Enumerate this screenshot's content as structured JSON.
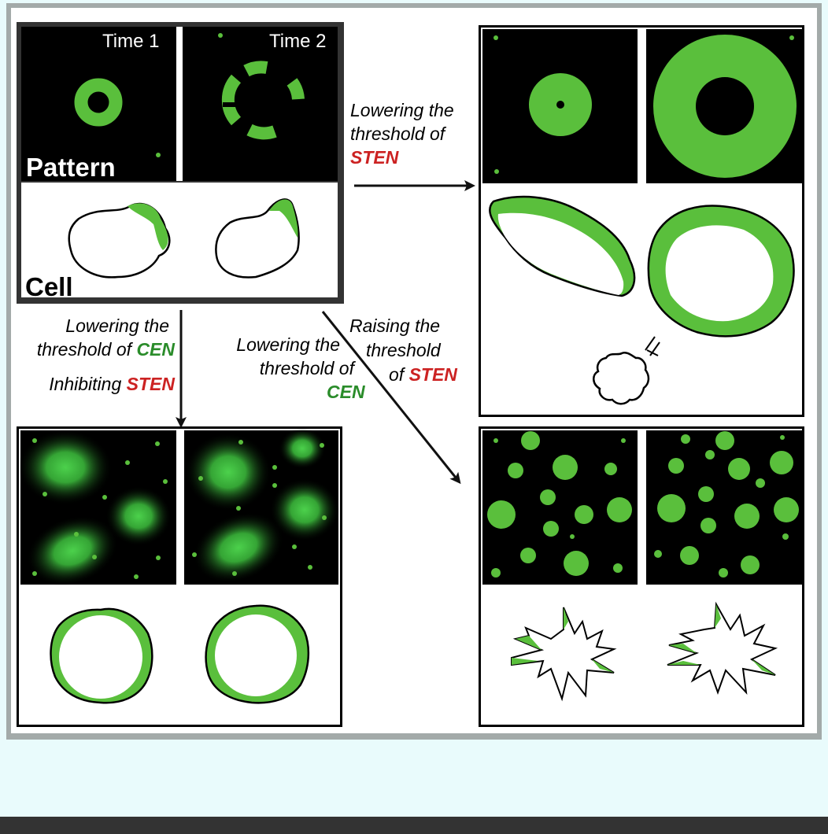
{
  "labels": {
    "time1": "Time 1",
    "time2": "Time 2",
    "pattern": "Pattern",
    "cell": "Cell"
  },
  "arrows": {
    "right": {
      "line1": "Lowering the",
      "line2": "threshold of",
      "line3": "STEN"
    },
    "down": {
      "line1": "Lowering the",
      "line2_prefix": "threshold of ",
      "line2_key": "CEN",
      "line3_prefix": "Inhibiting ",
      "line3_key": "STEN"
    },
    "diag_left": {
      "line1": "Lowering the",
      "line2": "threshold of",
      "line3": "CEN"
    },
    "diag_right": {
      "line1": "Raising the",
      "line2": "threshold",
      "line3_prefix": "of ",
      "line3_key": "STEN"
    }
  },
  "colors": {
    "green": "#5abf3c",
    "dark_green": "#2a8c2a",
    "red": "#cc2222",
    "panel_black": "#000000",
    "frame_gray": "#a3aaa9",
    "card_white": "#ffffff"
  }
}
